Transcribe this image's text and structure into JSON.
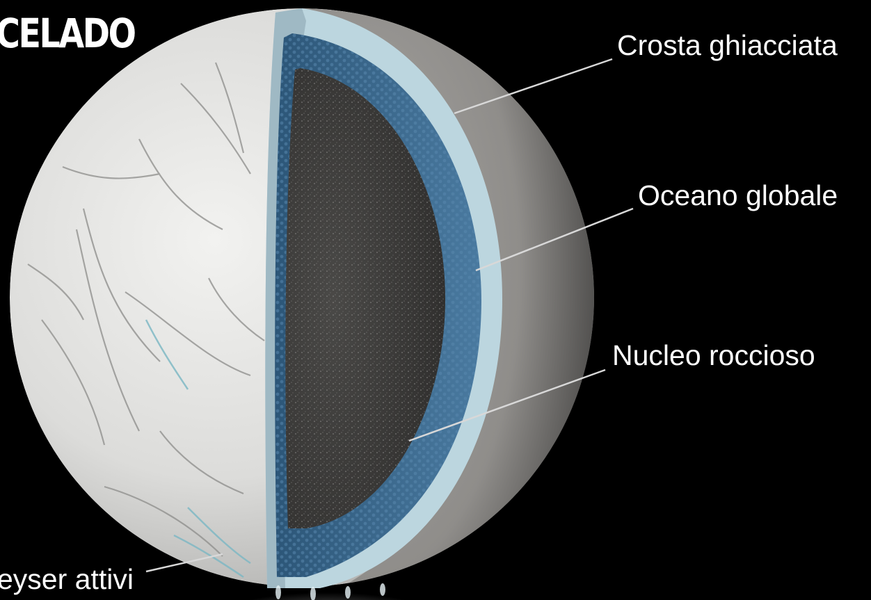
{
  "title": "CELADO",
  "labels": {
    "crust": "Crosta ghiacciata",
    "ocean": "Oceano globale",
    "core": "Nucleo roccioso",
    "geysers": "eyser attivi"
  },
  "colors": {
    "background": "#000000",
    "surface": "#d9d9d7",
    "ice_crust": "#bcd6df",
    "ocean": "#3d6a8f",
    "core": "#3c3b3a",
    "leader_lines": "#d8d8d8",
    "label_text": "#ffffff"
  }
}
